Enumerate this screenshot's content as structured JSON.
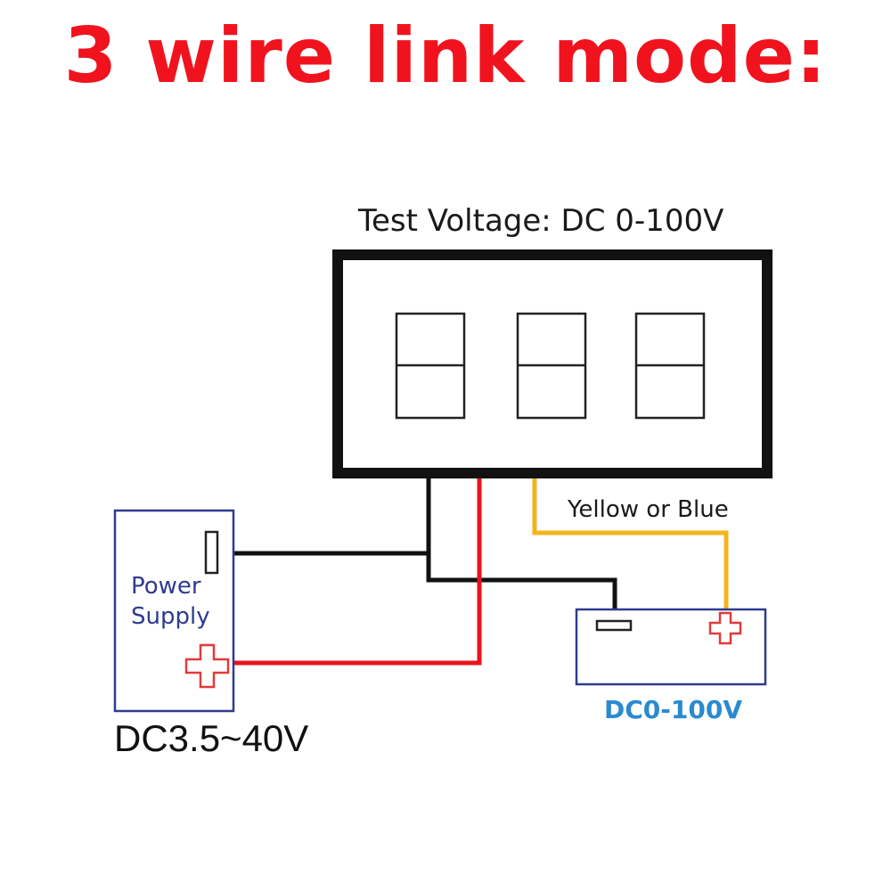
{
  "title": "3 wire link mode:",
  "labels": {
    "test_voltage": "Test Voltage: DC 0-100V",
    "signal_wire": "Yellow or Blue",
    "power_supply_line1": "Power",
    "power_supply_line2": "Supply",
    "power_supply_range": "DC3.5~40V",
    "measured_source_range": "DC0-100V"
  },
  "colors": {
    "title": "#f0131e",
    "black_wire": "#111111",
    "red_wire": "#e8141c",
    "yellow_wire": "#f2b51c",
    "box_outline": "#2f3a8f",
    "plus_symbol": "#e23a3a",
    "source_label": "#2a8ad0"
  },
  "icons": [
    "minus-terminal-icon",
    "plus-terminal-icon",
    "seven-segment-digit-icon"
  ]
}
